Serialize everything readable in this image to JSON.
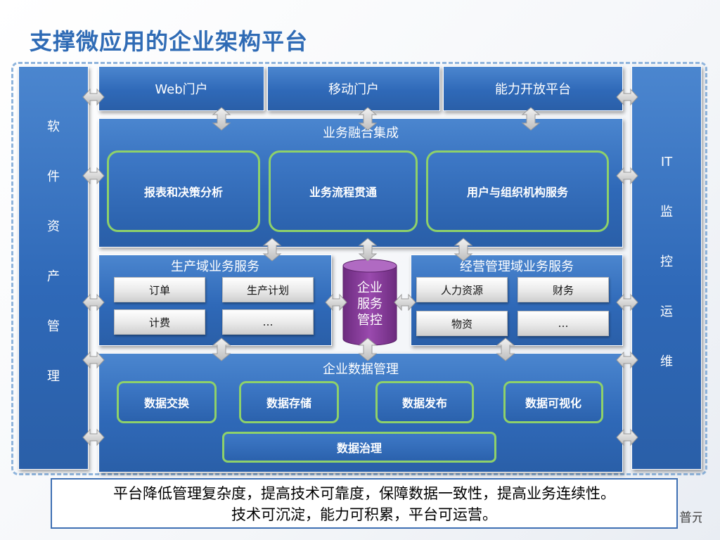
{
  "title": "支撑微应用的企业架构平台",
  "left_column": [
    "软",
    "件",
    "资",
    "产",
    "管",
    "理"
  ],
  "right_column": [
    "IT",
    "监",
    "控",
    "运",
    "维"
  ],
  "portals": [
    "Web门户",
    "移动门户",
    "能力开放平台"
  ],
  "business_integration": {
    "title": "业务融合集成",
    "items": [
      "报表和决策分析",
      "业务流程贯通",
      "用户与组织机构服务"
    ]
  },
  "production": {
    "title": "生产域业务服务",
    "items": [
      "订单",
      "生产计划",
      "计费",
      "…"
    ]
  },
  "control": [
    "企业",
    "服务",
    "管控"
  ],
  "management": {
    "title": "经营管理域业务服务",
    "items": [
      "人力资源",
      "财务",
      "物资",
      "…"
    ]
  },
  "data_mgmt": {
    "title": "企业数据管理",
    "items": [
      "数据交换",
      "数据存储",
      "数据发布",
      "数据可视化"
    ],
    "governance": "数据治理"
  },
  "footer": {
    "line1": "平台降低管理复杂度，提高技术可靠度，保障数据一致性，提高业务连续性。",
    "line2": "技术可沉淀，能力可积累，平台可运营。"
  },
  "corner_text": "普元",
  "colors": {
    "title": "#2f6bb5",
    "box_blue": "#3a75c4",
    "green_border": "#8ed16a",
    "cylinder": "#8b3b9b",
    "arrow_gray": "#d9d9d9"
  }
}
